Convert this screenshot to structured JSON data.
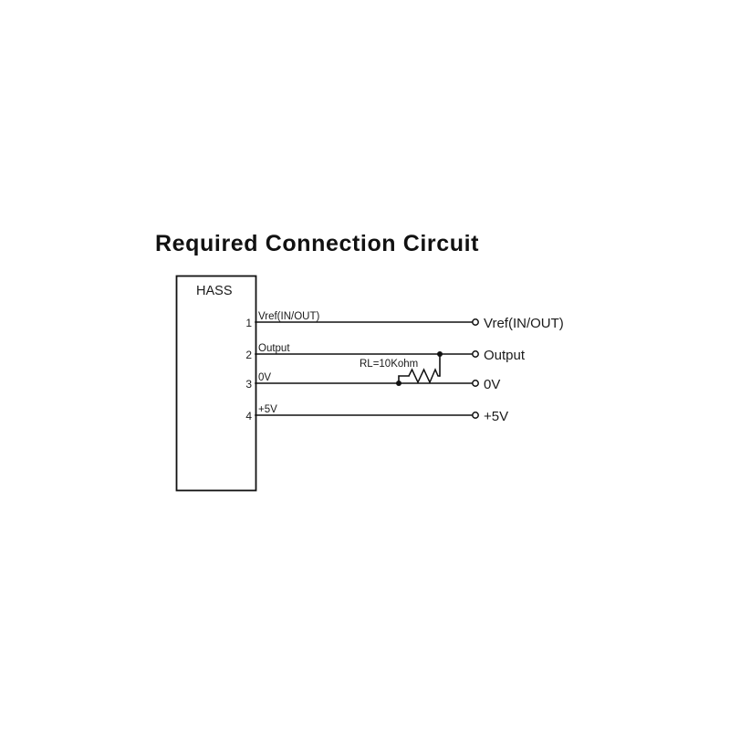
{
  "title": "Required Connection Circuit",
  "device": {
    "label": "HASS",
    "pins": [
      {
        "number": "1",
        "label": "Vref(IN/OUT)"
      },
      {
        "number": "2",
        "label": "Output"
      },
      {
        "number": "3",
        "label": "0V"
      },
      {
        "number": "4",
        "label": "+5V"
      }
    ]
  },
  "terminals": [
    {
      "label": "Vref(IN/OUT)"
    },
    {
      "label": "Output"
    },
    {
      "label": "0V"
    },
    {
      "label": "+5V"
    }
  ],
  "components": [
    {
      "label": "RL=10Kohm",
      "type": "resistor"
    }
  ],
  "colors": {
    "background": "#ffffff",
    "ink": "#111111",
    "text": "#1a1a1a"
  }
}
